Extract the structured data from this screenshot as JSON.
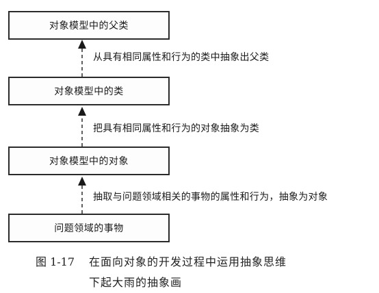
{
  "nodes": [
    {
      "label": "对象模型中的父类"
    },
    {
      "label": "对象模型中的类"
    },
    {
      "label": "对象模型中的对象"
    },
    {
      "label": "问题领域的事物"
    }
  ],
  "edges": [
    {
      "from": "对象模型中的类",
      "to": "对象模型中的父类",
      "label": "从具有相同属性和行为的类中抽象出父类"
    },
    {
      "from": "对象模型中的对象",
      "to": "对象模型中的类",
      "label": "把具有相同属性和行为的对象抽象为类"
    },
    {
      "from": "问题领域的事物",
      "to": "对象模型中的对象",
      "label": "抽取与问题领域相关的事物的属性和行为，抽象为对象"
    }
  ],
  "caption": {
    "number": "图 1-17",
    "line1": "在面向对象的开发过程中运用抽象思维",
    "line2": "下起大雨的抽象画"
  }
}
